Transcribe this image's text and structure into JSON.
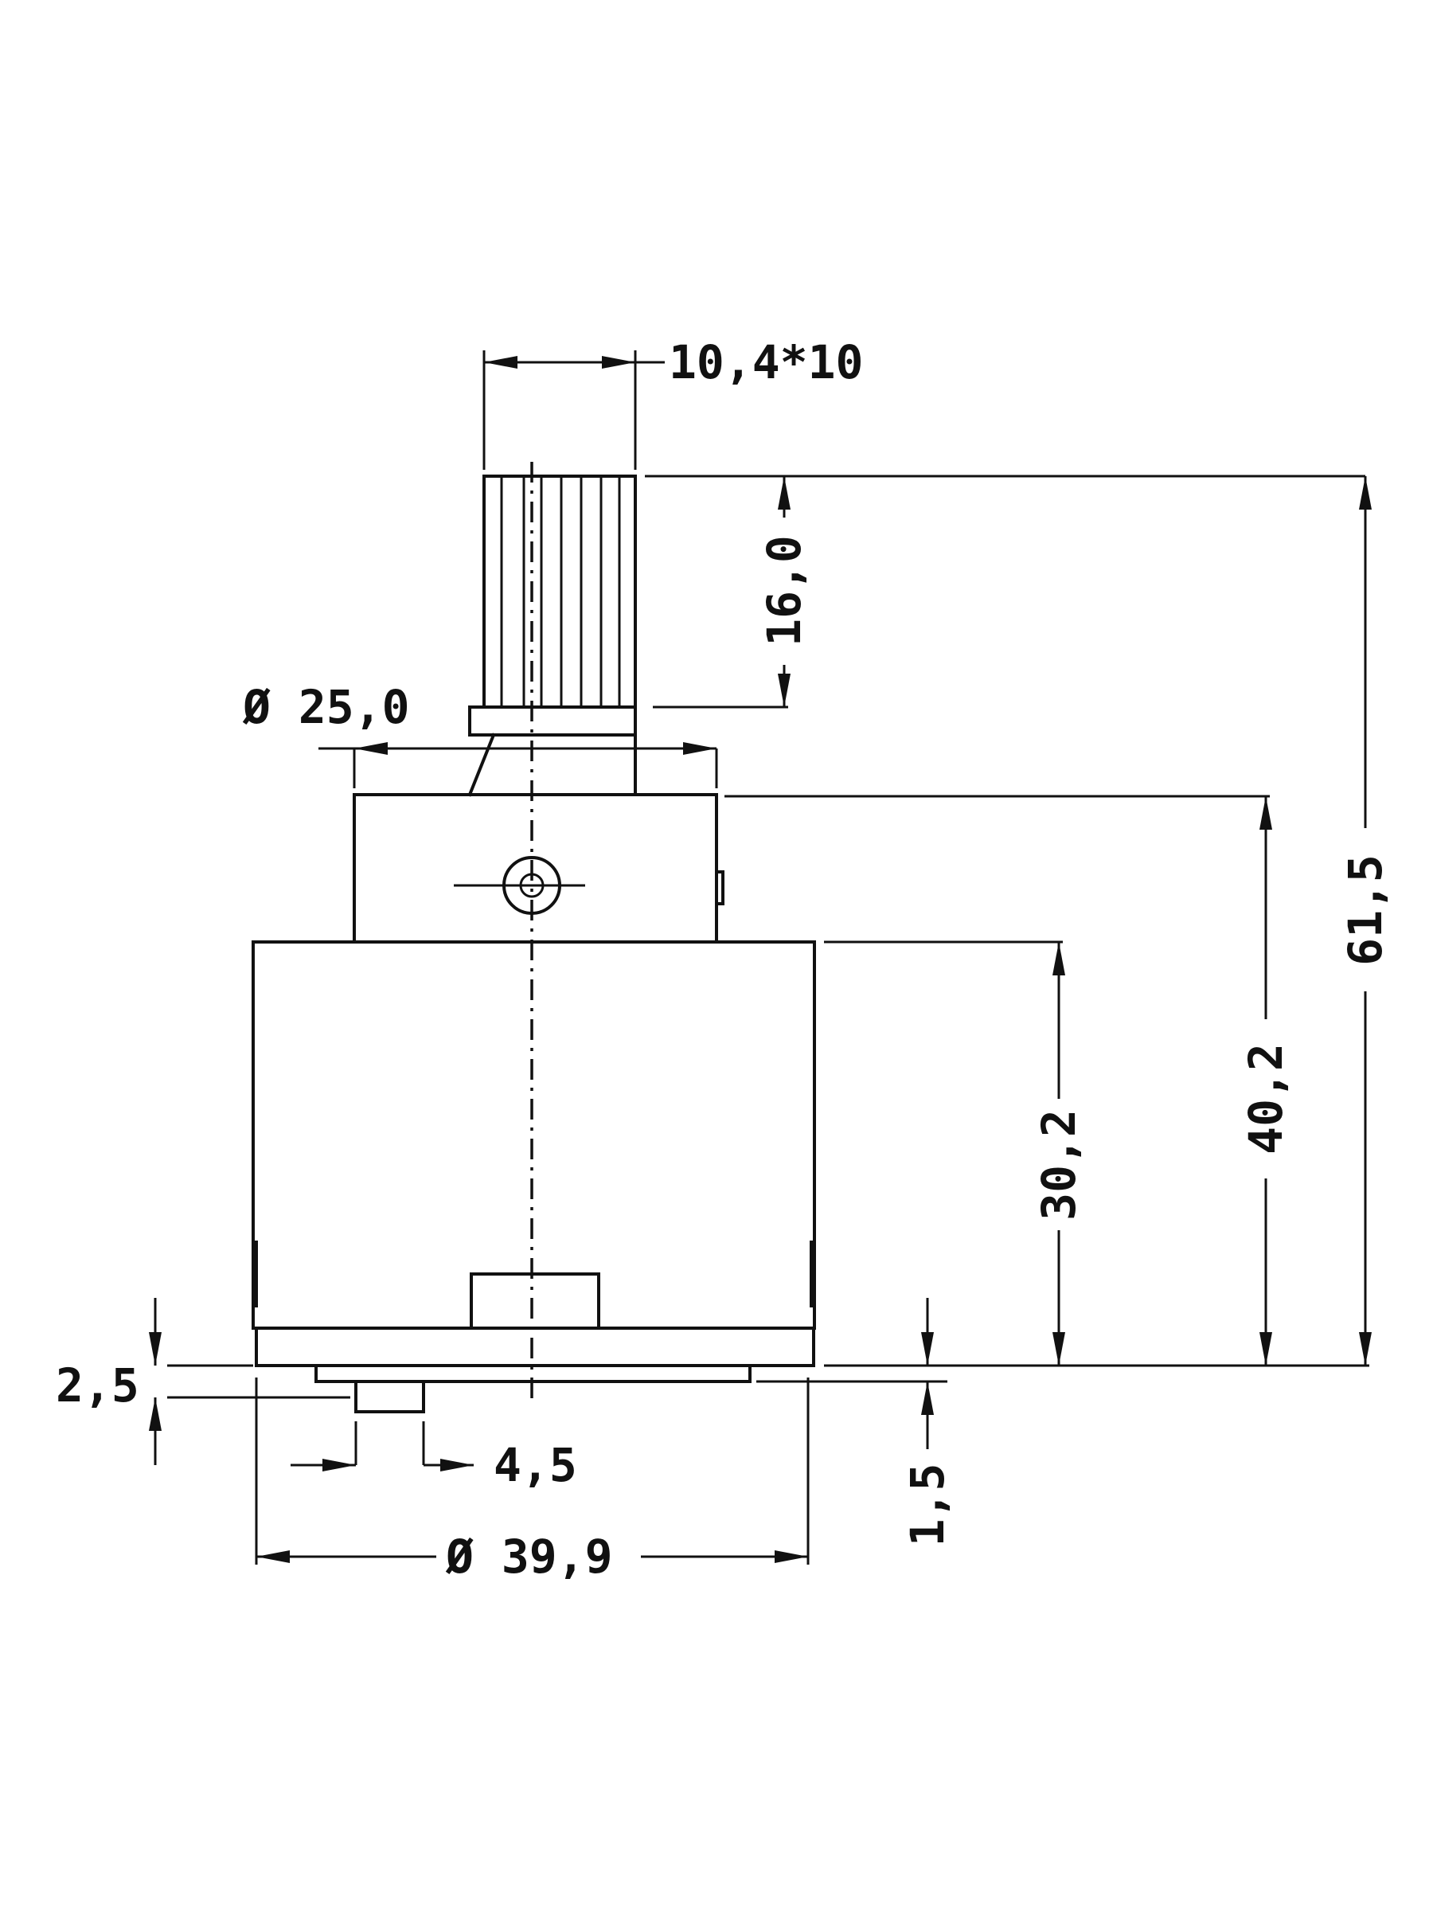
{
  "drawing": {
    "dimensions": {
      "spline": "10,4*10",
      "stem_height": "16,0",
      "collar_diameter": "Ø 25,0",
      "height_to_collar": "40,2",
      "body_height": "30,2",
      "overall_height": "61,5",
      "seal_thickness": "2,5",
      "pin_width": "4,5",
      "base_offset": "1,5",
      "body_diameter": "Ø 39,9"
    }
  }
}
